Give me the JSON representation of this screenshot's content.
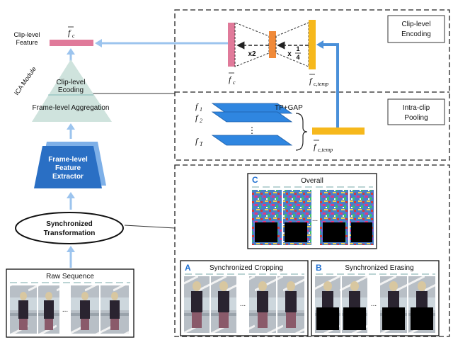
{
  "left": {
    "clip_feature_label_line1": "Clip-level",
    "clip_feature_label_line2": "Feature",
    "fc_symbol": "f",
    "fc_sub": "c",
    "ica_module": "ICA Module",
    "clip_level_line1": "Clip-level",
    "clip_level_line2": "Ecoding",
    "frame_agg": "Frame-level Aggregation",
    "extractor_line1": "Frame-level",
    "extractor_line2": "Feature",
    "extractor_line3": "Extractor",
    "sync_line1": "Synchronized",
    "sync_line2": "Transformation",
    "raw_sequence": "Raw Sequence",
    "ellipsis": "..."
  },
  "clip_encoding": {
    "title_line1": "Clip-level",
    "title_line2": "Encoding",
    "x2": "x2",
    "x_prefix": "x",
    "frac_num": "1",
    "frac_den": "4",
    "fc_symbol": "f",
    "fc_sub": "c",
    "fctemp_symbol": "f",
    "fctemp_sub": "c,temp"
  },
  "intra_clip": {
    "title_line1": "Intra-clip",
    "title_line2": "Pooling",
    "f1": "f",
    "f1_sub": "1",
    "f2": "f",
    "f2_sub": "2",
    "fT": "f",
    "fT_sub": "T",
    "tp_gap": "TP+GAP",
    "vdots": "⋮",
    "out_symbol": "f",
    "out_sub": "c,temp"
  },
  "transforms": {
    "c_letter": "C",
    "overall": "Overall",
    "a_letter": "A",
    "cropping": "Synchronized Cropping",
    "b_letter": "B",
    "erasing": "Synchronized Erasing",
    "ellipsis": "..."
  },
  "colors": {
    "pink": "#e07a9a",
    "orange": "#f08a3a",
    "yellow": "#f6b81c",
    "blue_arrow": "#4a90d9",
    "teal": "#cfe3dd",
    "layer_blue": "#2f86e0",
    "extractor_blue": "#2a6fc4"
  }
}
